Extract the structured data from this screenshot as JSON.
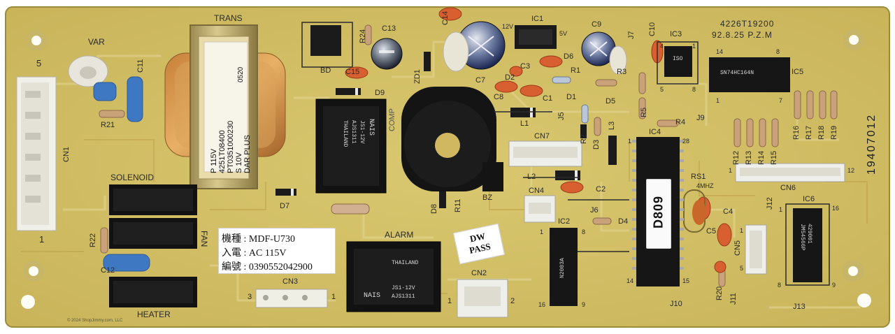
{
  "board_code": "4226T19200",
  "board_date": "92.8.25 P.Z.M",
  "side_code": "19407012",
  "watermark": "© 2024 ShopJimmy.com, LLC",
  "transformer": {
    "silk": "TRANS",
    "label_lines": [
      "P 115V",
      "4251T08400",
      "PT0351000230",
      "S 10V",
      "DAR PLUS",
      "0520"
    ]
  },
  "labels": {
    "var": "VAR",
    "c11": "C11",
    "r21": "R21",
    "cn1": "CN1",
    "solenoid": "SOLENOID",
    "fan": "FAN",
    "heater": "HEATER",
    "r22": "R22",
    "c12": "C12",
    "pin5": "5",
    "pin1": "1",
    "bd": "BD",
    "r24": "R24",
    "c13": "C13",
    "c15": "C15",
    "d9": "D9",
    "zd1": "ZD1",
    "c14": "C14",
    "d7": "D7",
    "d8": "D8",
    "r11": "R11",
    "bz": "BZ",
    "comp": "COMP",
    "ic1": "IC1",
    "c9": "C9",
    "c7": "C7",
    "c3": "C3",
    "d6": "D6",
    "r1": "R1",
    "d2": "D2",
    "r3": "R3",
    "c8": "C8",
    "c1": "C1",
    "d1": "D1",
    "l1": "L1",
    "j5": "J5",
    "d5": "D5",
    "cn7": "CN7",
    "r2": "R2",
    "d3": "D3",
    "l3": "L3",
    "l2": "L2",
    "c2": "C2",
    "cn4": "CN4",
    "j6": "J6",
    "d4": "D4",
    "j7": "J7",
    "c10": "C10",
    "ic3": "IC3",
    "ic3_mark": "ISO",
    "r5": "R5",
    "r4": "R4",
    "j9": "J9",
    "ic4": "IC4",
    "ic5": "IC5",
    "r12": "R12",
    "r13": "R13",
    "r14": "R14",
    "r15": "R15",
    "r16": "R16",
    "r17": "R17",
    "r18": "R18",
    "r19": "R19",
    "cn6": "CN6",
    "rs1": "RS1",
    "mhz": "4MHZ",
    "c4": "C4",
    "c5": "C5",
    "j12": "J12",
    "ic6": "IC6",
    "cn5": "CN5",
    "r20": "R20",
    "j11": "J11",
    "j10": "J10",
    "j13": "J13",
    "ic2": "IC2",
    "cn2": "CN2",
    "cn3": "CN3",
    "alarm": "ALARM",
    "cn3_3": "3",
    "cn3_1": "1",
    "cn2_1": "1",
    "cn2_2": "2",
    "ic2_16": "16",
    "ic2_9": "9",
    "ic2_8": "8",
    "ic2_1": "1",
    "ic4_28": "28",
    "ic4_1": "1",
    "ic4_14": "14",
    "ic4_15": "15",
    "ic3_4": "4",
    "ic3_1": "1",
    "ic3_5": "5",
    "ic3_8": "8",
    "ic5_14": "14",
    "ic5_8": "8",
    "ic5_1": "1",
    "ic5_7": "7",
    "ic6_1": "1",
    "ic6_16": "16",
    "ic6_8": "8",
    "ic6_9": "9",
    "cn6_1": "1",
    "cn6_12": "12",
    "cn5_1": "1",
    "cn5_5": "5",
    "p12v": "12V",
    "p5v": "5V"
  },
  "ic4_sticker": "D809",
  "ic5_marking": "SN74HC164N",
  "ic6_marking": [
    "429001",
    "JM54566P"
  ],
  "ic2_marking": "N2003A",
  "relay_text": [
    "JS1-12V",
    "AJS1311",
    "THAILAND"
  ],
  "relay_brand": "NAIS",
  "info_sticker": [
    {
      "k": "機種",
      "v": "MDF-U730"
    },
    {
      "k": "入電",
      "v": "AC  115V"
    },
    {
      "k": "編號",
      "v": "0390552042900"
    }
  ],
  "pass_sticker": [
    "DW",
    "PASS"
  ],
  "colors": {
    "board": "#d6c36a",
    "board_edge": "#9a8a3a",
    "trace": "#c4aa45",
    "chip": "#1a1a1a",
    "relay": "#121212",
    "connector": "#eeeeea"
  }
}
